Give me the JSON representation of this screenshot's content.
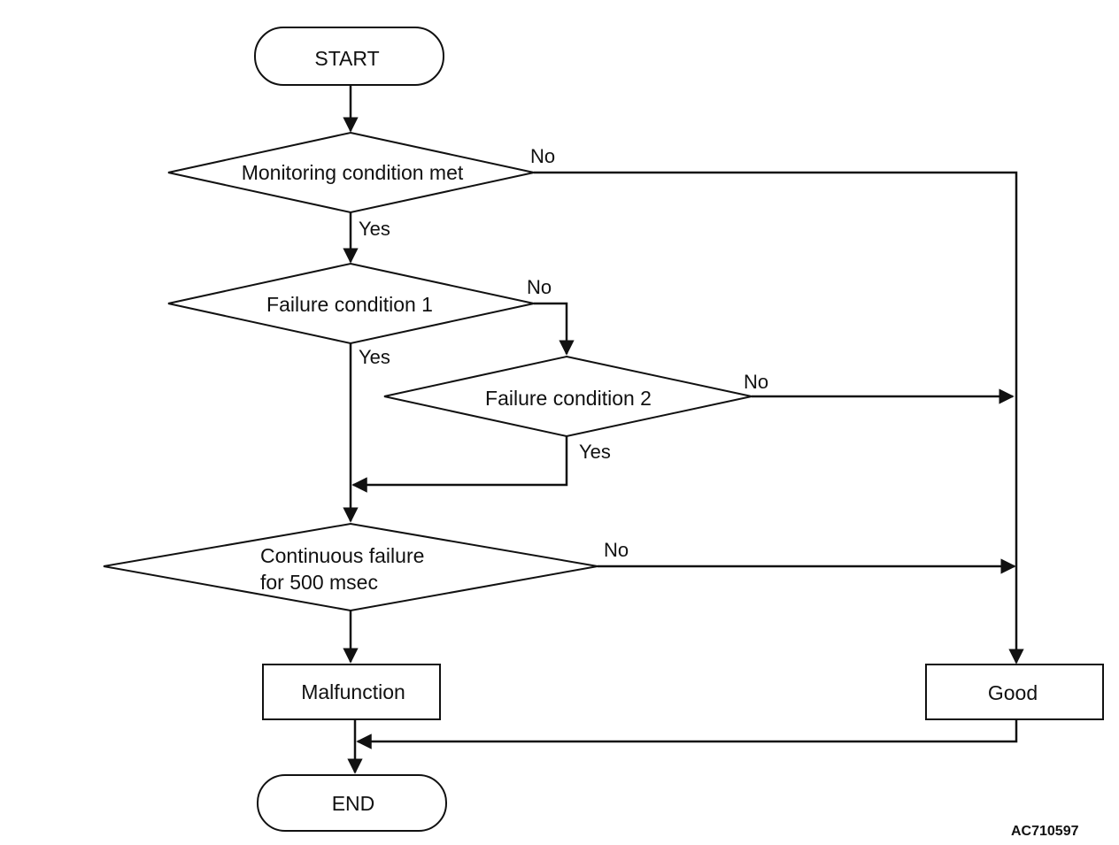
{
  "nodes": {
    "start": "START",
    "monitoring": "Monitoring condition met",
    "failure1": "Failure condition 1",
    "failure2": "Failure condition 2",
    "continuous_line1": "Continuous failure",
    "continuous_line2": "for 500 msec",
    "malfunction": "Malfunction",
    "good": "Good",
    "end": "END"
  },
  "branches": {
    "monitoring_no": "No",
    "monitoring_yes": "Yes",
    "failure1_no": "No",
    "failure1_yes": "Yes",
    "failure2_no": "No",
    "failure2_yes": "Yes",
    "continuous_no": "No"
  },
  "figure_id": "AC710597"
}
